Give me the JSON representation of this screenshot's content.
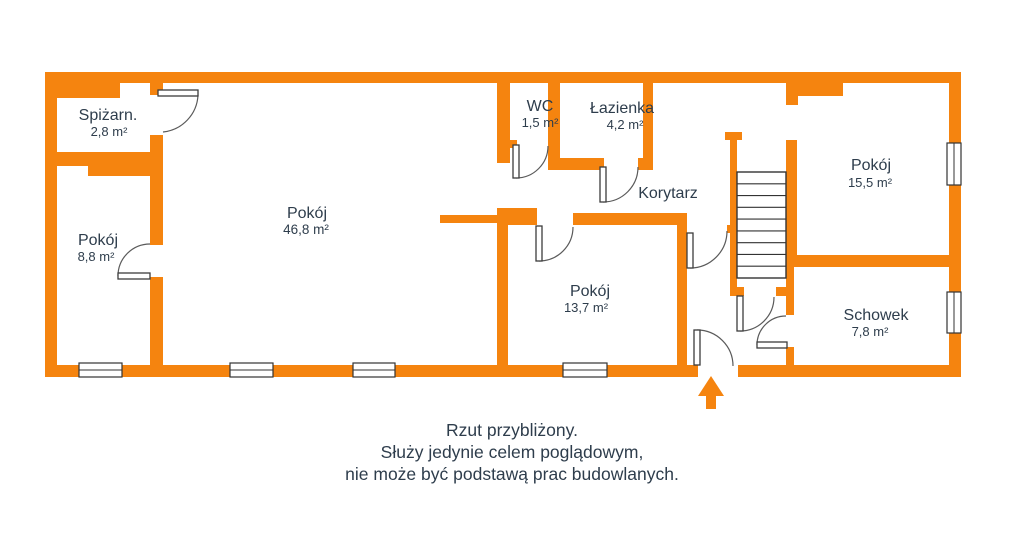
{
  "plan": {
    "rooms": {
      "spizarnia": {
        "name": "Spiżarn.",
        "area": "2,8 m²"
      },
      "pokoj_maly": {
        "name": "Pokój",
        "area": "8,8 m²"
      },
      "pokoj_duzy": {
        "name": "Pokój",
        "area": "46,8 m²"
      },
      "wc": {
        "name": "WC",
        "area": "1,5 m²"
      },
      "lazienka": {
        "name": "Łazienka",
        "area": "4,2 m²"
      },
      "korytarz": {
        "name": "Korytarz"
      },
      "pokoj_gorny": {
        "name": "Pokój",
        "area": "15,5 m²"
      },
      "pokoj_sredni": {
        "name": "Pokój",
        "area": "13,7 m²"
      },
      "schowek": {
        "name": "Schowek",
        "area": "7,8 m²"
      }
    },
    "disclaimer": {
      "line1": "Rzut przybliżony.",
      "line2": "Służy jedynie celem poglądowym,",
      "line3": "nie może być podstawą prac budowlanych."
    },
    "colors": {
      "wall_orange": "#F5840F",
      "label_text": "#2E3D4C",
      "door_stroke": "#5A5A5A"
    }
  }
}
